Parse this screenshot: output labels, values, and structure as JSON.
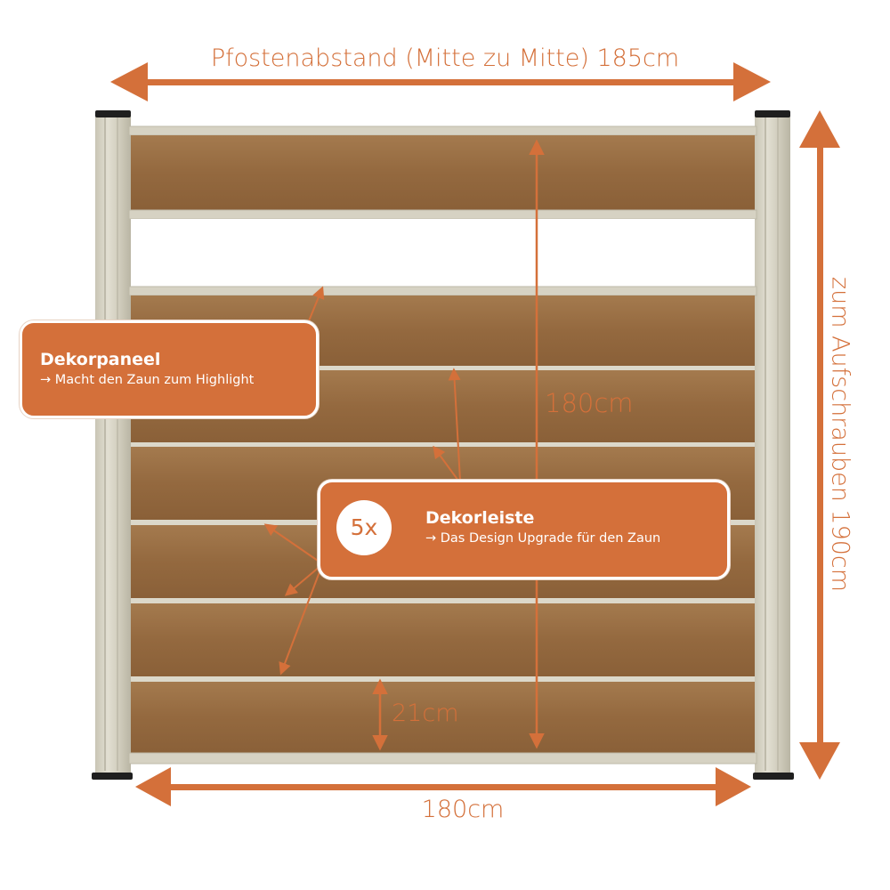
{
  "dimensions": {
    "post_spacing": "Pfostenabstand (Mitte zu Mitte) 185cm",
    "panel_height": "180cm",
    "panel_width": "180cm",
    "post_height": "zum Aufschrauben 190cm",
    "board_height": "21cm"
  },
  "callouts": {
    "decor_panel": {
      "title": "Dekorpaneel",
      "subtitle": "→ Macht den Zaun zum Highlight"
    },
    "decor_strip": {
      "count": "5x",
      "title": "Dekorleiste",
      "subtitle": "→ Das Design Upgrade für den Zaun"
    }
  },
  "colors": {
    "accent": "#d4703a",
    "wood": "#9a6e45",
    "aluminium": "#d6d2c3",
    "post_cap": "#1f1f1f"
  }
}
